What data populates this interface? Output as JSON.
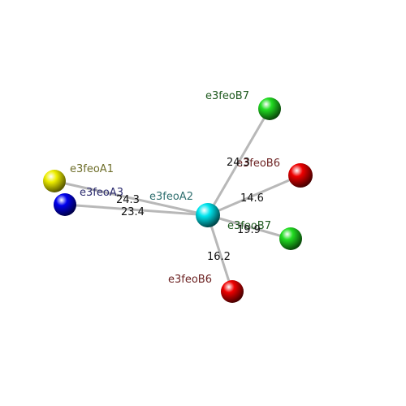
{
  "center": {
    "label": "e3feoA2",
    "color": "#00e5ee",
    "label_color": "#2f6f6f"
  },
  "neighbors": [
    {
      "id": "b7_top",
      "label": "e3feoB7",
      "color": "#22dd22",
      "label_color": "#1f5a1f",
      "distance": "24.3"
    },
    {
      "id": "b6_right",
      "label": "e3feoB6",
      "color": "#ee0000",
      "label_color": "#6a1f1f",
      "distance": "14.6"
    },
    {
      "id": "b7_right",
      "label": "e3feoB7",
      "color": "#22dd22",
      "label_color": "#1f5a1f",
      "distance": "19.9"
    },
    {
      "id": "b6_bottom",
      "label": "e3feoB6",
      "color": "#ee0000",
      "label_color": "#6a1f1f",
      "distance": "16.2"
    },
    {
      "id": "a1",
      "label": "e3feoA1",
      "color": "#eeee00",
      "label_color": "#6e6e2a",
      "distance": "24.3"
    },
    {
      "id": "a3",
      "label": "e3feoA3",
      "color": "#0000ee",
      "label_color": "#2a2a6e",
      "distance": "23.4"
    }
  ]
}
